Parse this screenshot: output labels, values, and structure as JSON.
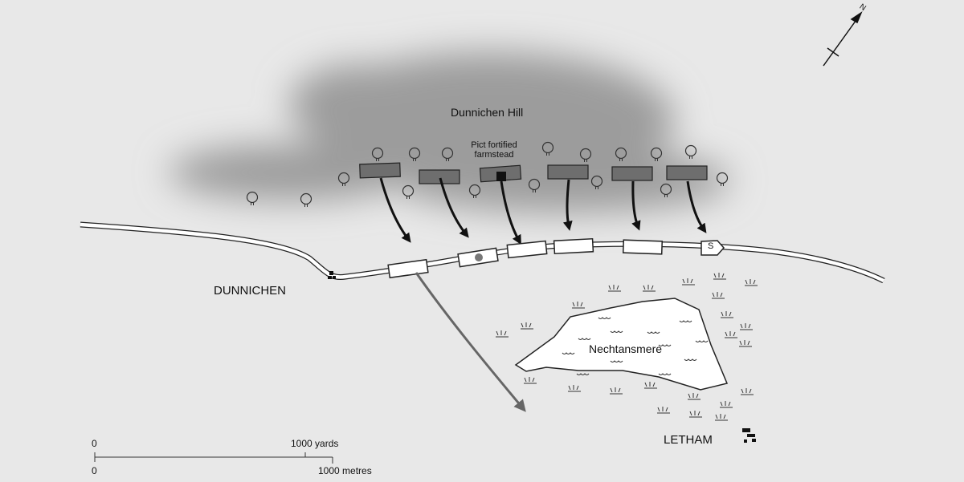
{
  "labels": {
    "hill": "Dunnichen Hill",
    "farmstead": "Pict fortified farmstead",
    "dunnichen": "DUNNICHEN",
    "lake": "Nechtansmere",
    "letham": "LETHAM",
    "north": "N",
    "unit_s": "S"
  },
  "scale": {
    "zero_top": "0",
    "yards": "1000 yards",
    "zero_bottom": "0",
    "metres": "1000 metres"
  },
  "colors": {
    "background": "#e8e8e8",
    "hill": "#9a9a9a",
    "pict_unit": "#6e6e6e",
    "arrow": "#111111",
    "retreat_arrow": "#666666",
    "lake": "#ffffff"
  }
}
